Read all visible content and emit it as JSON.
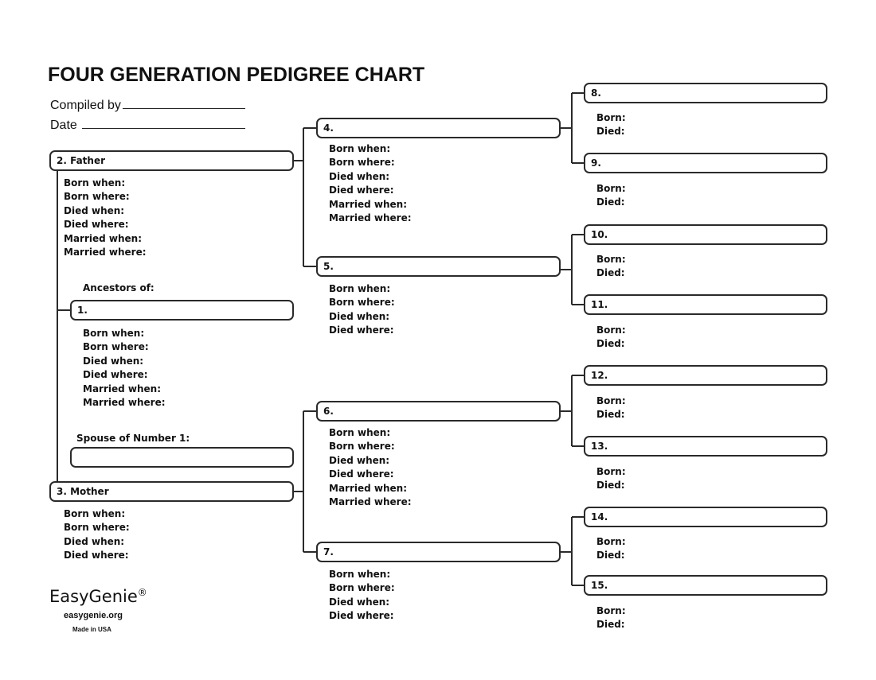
{
  "title": "FOUR GENERATION PEDIGREE CHART",
  "header": {
    "compiled_by_label": "Compiled by",
    "date_label": "Date"
  },
  "gen1": {
    "ancestors_label": "Ancestors of:",
    "person": {
      "label": "1.",
      "fields": [
        "Born when:",
        "Born where:",
        "Died when:",
        "Died where:",
        "Married when:",
        "Married where:"
      ]
    },
    "spouse_label": "Spouse of Number 1:"
  },
  "gen2": [
    {
      "label": "2. Father",
      "fields": [
        "Born when:",
        "Born where:",
        "Died when:",
        "Died where:",
        "Married when:",
        "Married where:"
      ]
    },
    {
      "label": "3. Mother",
      "fields": [
        "Born when:",
        "Born where:",
        "Died when:",
        "Died where:"
      ]
    }
  ],
  "gen3": [
    {
      "label": "4.",
      "fields": [
        "Born when:",
        "Born where:",
        "Died when:",
        "Died where:",
        "Married when:",
        "Married where:"
      ]
    },
    {
      "label": "5.",
      "fields": [
        "Born when:",
        "Born where:",
        "Died when:",
        "Died where:"
      ]
    },
    {
      "label": "6.",
      "fields": [
        "Born when:",
        "Born where:",
        "Died when:",
        "Died where:",
        "Married when:",
        "Married where:"
      ]
    },
    {
      "label": "7.",
      "fields": [
        "Born when:",
        "Born where:",
        "Died when:",
        "Died where:"
      ]
    }
  ],
  "gen4": [
    {
      "label": "8.",
      "fields": [
        "Born:",
        "Died:"
      ]
    },
    {
      "label": "9.",
      "fields": [
        "Born:",
        "Died:"
      ]
    },
    {
      "label": "10.",
      "fields": [
        "Born:",
        "Died:"
      ]
    },
    {
      "label": "11.",
      "fields": [
        "Born:",
        "Died:"
      ]
    },
    {
      "label": "12.",
      "fields": [
        "Born:",
        "Died:"
      ]
    },
    {
      "label": "13.",
      "fields": [
        "Born:",
        "Died:"
      ]
    },
    {
      "label": "14.",
      "fields": [
        "Born:",
        "Died:"
      ]
    },
    {
      "label": "15.",
      "fields": [
        "Born:",
        "Died:"
      ]
    }
  ],
  "footer": {
    "brand": "EasyGenie",
    "registered_mark": "®",
    "site": "easygenie.org",
    "made_in": "Made in USA"
  }
}
